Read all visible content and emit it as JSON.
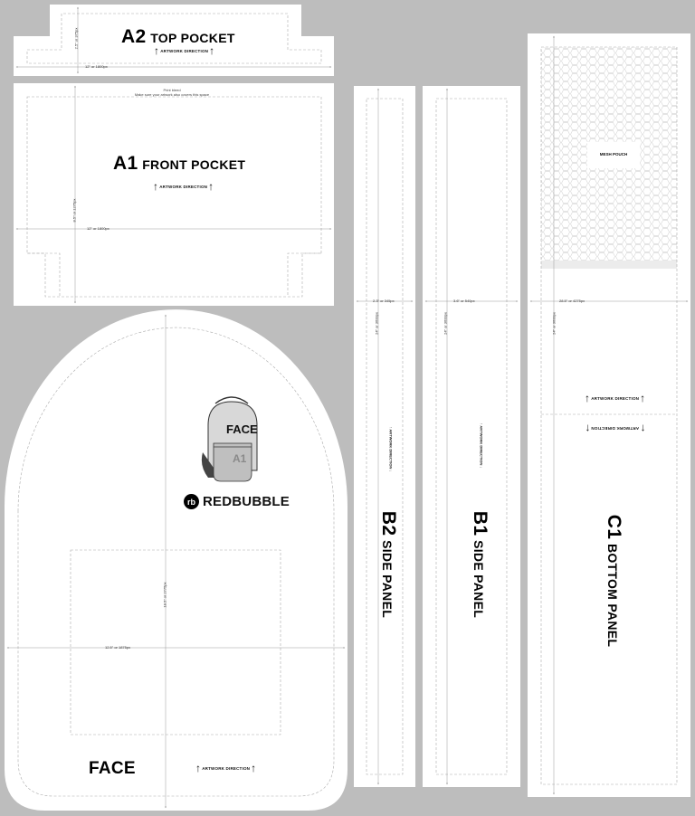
{
  "panels": {
    "a2": {
      "code": "A2",
      "name": "TOP POCKET",
      "width_dim": "12\" or 1800px",
      "height_dim": "2.5\" or 375px"
    },
    "a1": {
      "code": "A1",
      "name": "FRONT POCKET",
      "width_dim": "12\" or 1800px",
      "height_dim": "8.5\" or 1275px",
      "bleed_note_1": "Print bleed",
      "bleed_note_2": "Make sure your artwork also covers this space"
    },
    "face": {
      "name": "FACE",
      "width_dim": "12.5\" or 1875px",
      "height_dim": "18.5\" or 2775px",
      "thumb_face": "FACE",
      "thumb_pocket": "A1",
      "brand": "REDBUBBLE",
      "brand_mark": "rb"
    },
    "b2": {
      "code": "B2",
      "name": "SIDE PANEL",
      "width_dim": "2.3\" or 345px",
      "height_dim": "24\" or 3600px"
    },
    "b1": {
      "code": "B1",
      "name": "SIDE PANEL",
      "width_dim": "3.6\" or 540px",
      "height_dim": "24\" or 3600px"
    },
    "c1": {
      "code": "C1",
      "name": "BOTTOM PANEL",
      "width_dim": "28.5\" or 4275px",
      "height_dim": "24\" or 3600px",
      "mesh": "MESH POUCH"
    }
  },
  "labels": {
    "artwork_direction": "ARTWORK DIRECTION",
    "artwork_direction_flipped": "ARTWORK DIRECTION",
    "artwork_direction_both": "ARTWORK DIRECTION",
    "artwork_direction_sub": "ARTWORK DIRECTION"
  },
  "colors": {
    "background": "#bdbdbd",
    "panel": "#ffffff",
    "guide": "#9a9a9a",
    "text": "#000000"
  }
}
